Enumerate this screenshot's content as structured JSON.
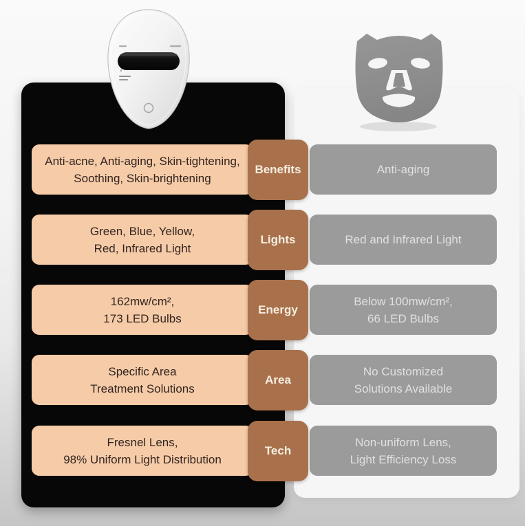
{
  "comparison": {
    "rows": [
      {
        "label": "Benefits",
        "left": "Anti-acne, Anti-aging, Skin-tightening,\nSoothing, Skin-brightening",
        "right": "Anti-aging"
      },
      {
        "label": "Lights",
        "left": "Green, Blue, Yellow,\nRed, Infrared Light",
        "right": "Red and Infrared Light"
      },
      {
        "label": "Energy",
        "left": "162mw/cm²,\n173 LED Bulbs",
        "right": "Below 100mw/cm²,\n66 LED Bulbs"
      },
      {
        "label": "Area",
        "left": "Specific Area\nTreatment Solutions",
        "right": "No Customized\nSolutions Available"
      },
      {
        "label": "Tech",
        "left": "Fresnel Lens,\n98% Uniform Light Distribution",
        "right": "Non-uniform Lens,\nLight Efficiency Loss"
      }
    ]
  },
  "images": {
    "left_mask": "silver-rigid-led-face-mask",
    "right_mask": "gray-flexible-silicone-led-mask"
  },
  "colors": {
    "left_panel_bg": "#070707",
    "left_box_bg": "#F5CBA8",
    "left_box_text": "#33241F",
    "badge_bg": "#A9714B",
    "badge_text": "#F5EEE2",
    "right_box_bg": "#9B9B9B",
    "right_box_text": "#E0E0E0",
    "right_card_bg": "#F6F6F6"
  }
}
